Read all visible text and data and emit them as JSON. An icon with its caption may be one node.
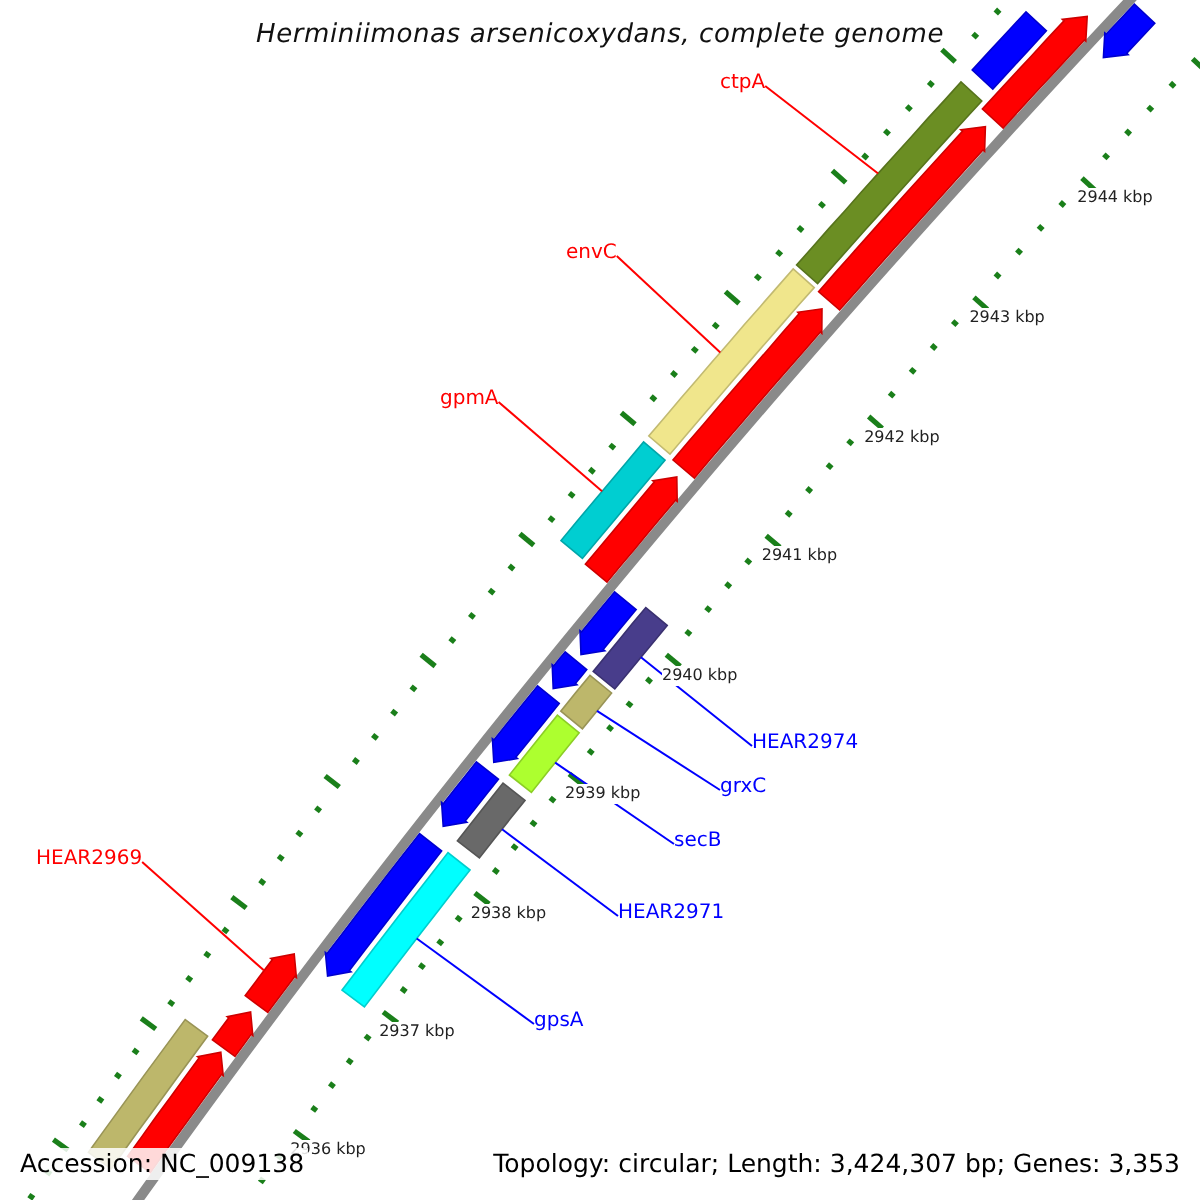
{
  "diagram": {
    "title": "Herminiimonas arsenicoxydans, complete genome",
    "nodes": [
      {
        "text": [
          "ctpA"
        ]
      },
      {
        "text": [
          "envC"
        ]
      },
      {
        "text": [
          "gpmA"
        ]
      },
      {
        "text": [
          "HEAR2974"
        ]
      },
      {
        "text": [
          "grxC"
        ]
      },
      {
        "text": [
          "secB"
        ]
      },
      {
        "text": [
          "HEAR2971"
        ]
      },
      {
        "text": [
          "gpsA"
        ]
      },
      {
        "text": [
          "HEAR2969"
        ]
      },
      {
        "text": [],
        "shape": "bar"
      },
      {
        "text": [],
        "shape": "pentagon"
      },
      {
        "text": [],
        "shape": "pentagon"
      },
      {
        "text": [],
        "shape": "bar"
      },
      {
        "text": [],
        "shape": "pentagon"
      },
      {
        "text": [],
        "shape": "bar"
      },
      {
        "text": [],
        "shape": "pentagon"
      },
      {
        "text": [],
        "shape": "bar"
      },
      {
        "text": [],
        "shape": "pentagon"
      },
      {
        "text": [],
        "shape": "bar"
      },
      {
        "text": [],
        "shape": "pentagon"
      },
      {
        "text": [],
        "shape": "bar"
      },
      {
        "text": [],
        "shape": "pentagon"
      },
      {
        "text": [],
        "shape": "bar"
      },
      {
        "text": [],
        "shape": "pentagon"
      },
      {
        "text": [],
        "shape": "bar"
      },
      {
        "text": [],
        "shape": "pentagon"
      },
      {
        "text": [],
        "shape": "bar"
      },
      {
        "text": [],
        "shape": "pentagon"
      },
      {
        "text": [],
        "shape": "pentagon"
      },
      {
        "text": [],
        "shape": "pentagon"
      },
      {
        "text": [],
        "shape": "bar"
      },
      {
        "text": [],
        "shape": "pentagon"
      }
    ],
    "edges": [
      {
        "from": 0,
        "to": 12,
        "arrow": "none",
        "color": "#ff0000"
      },
      {
        "from": 1,
        "to": 14,
        "arrow": "none",
        "color": "#ff0000"
      },
      {
        "from": 2,
        "to": 16,
        "arrow": "none",
        "color": "#ff0000"
      },
      {
        "from": 3,
        "to": 18,
        "arrow": "none"
      },
      {
        "from": 4,
        "to": 20,
        "arrow": "none"
      },
      {
        "from": 5,
        "to": 22,
        "arrow": "none"
      },
      {
        "from": 6,
        "to": 24,
        "arrow": "none"
      },
      {
        "from": 7,
        "to": 26,
        "arrow": "none"
      },
      {
        "from": 8,
        "to": 28,
        "arrow": "none",
        "color": "#ff0000"
      }
    ],
    "labels": [
      "2944 kbp",
      "2943 kbp",
      "2942 kbp",
      "2941 kbp",
      "2940 kbp",
      "2939 kbp",
      "2938 kbp",
      "2937 kbp",
      "2936 kbp",
      "Accession: NC_009138",
      "Topology: circular; Length: 3,424,307 bp; Genes: 3,353"
    ]
  }
}
